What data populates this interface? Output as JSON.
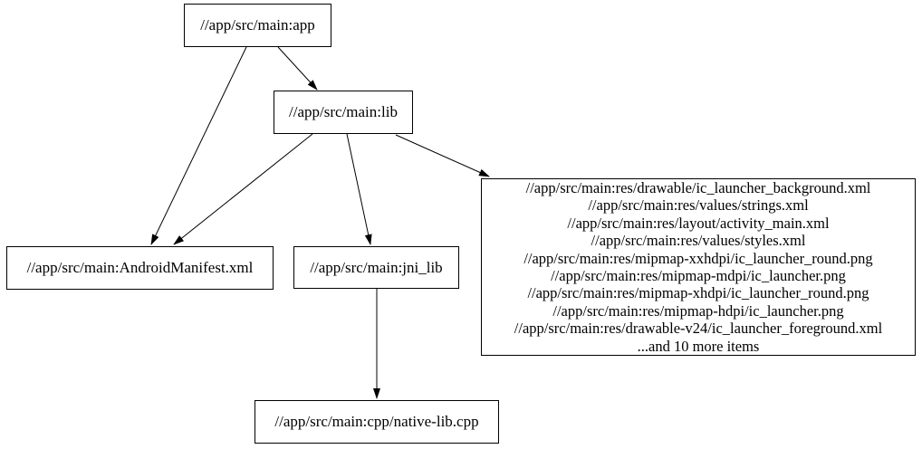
{
  "graph": {
    "type": "dependency-graph",
    "nodes": {
      "app": {
        "label": "//app/src/main:app"
      },
      "lib": {
        "label": "//app/src/main:lib"
      },
      "manifest": {
        "label": "//app/src/main:AndroidManifest.xml"
      },
      "jni_lib": {
        "label": "//app/src/main:jni_lib"
      },
      "resources": {
        "lines": [
          "//app/src/main:res/drawable/ic_launcher_background.xml",
          "//app/src/main:res/values/strings.xml",
          "//app/src/main:res/layout/activity_main.xml",
          "//app/src/main:res/values/styles.xml",
          "//app/src/main:res/mipmap-xxhdpi/ic_launcher_round.png",
          "//app/src/main:res/mipmap-mdpi/ic_launcher.png",
          "//app/src/main:res/mipmap-xhdpi/ic_launcher_round.png",
          "//app/src/main:res/mipmap-hdpi/ic_launcher.png",
          "//app/src/main:res/drawable-v24/ic_launcher_foreground.xml",
          "...and 10 more items"
        ]
      },
      "native_lib": {
        "label": "//app/src/main:cpp/native-lib.cpp"
      }
    },
    "edges": [
      {
        "from": "app",
        "to": "lib"
      },
      {
        "from": "app",
        "to": "manifest"
      },
      {
        "from": "lib",
        "to": "manifest"
      },
      {
        "from": "lib",
        "to": "jni_lib"
      },
      {
        "from": "lib",
        "to": "resources"
      },
      {
        "from": "jni_lib",
        "to": "native_lib"
      }
    ],
    "colors": {
      "node_fill": "#ffffff",
      "node_border": "#000000",
      "edge": "#000000",
      "text": "#000000",
      "background": "#ffffff"
    }
  }
}
